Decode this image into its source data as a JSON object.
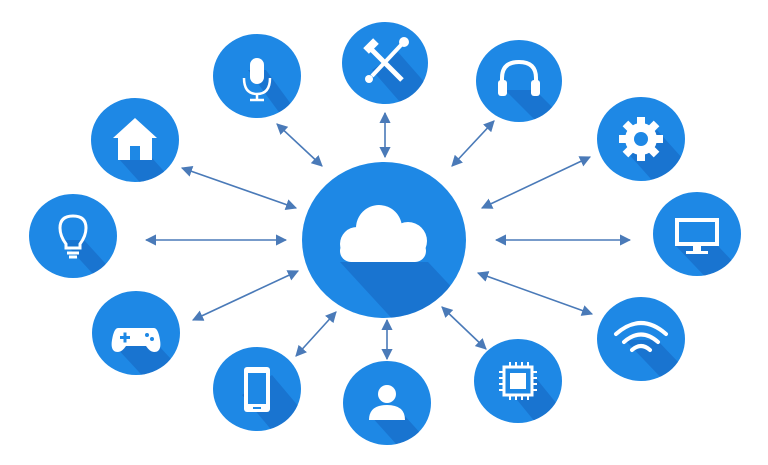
{
  "theme": {
    "node_color": "#1e88e5",
    "shadow_color": "#1565c0",
    "icon_color": "#ffffff",
    "arrow_color": "#4a7ab8",
    "background": "#ffffff"
  },
  "hub": {
    "icon": "cloud-icon"
  },
  "devices": [
    {
      "key": "microphone",
      "icon": "microphone-icon"
    },
    {
      "key": "tools",
      "icon": "tools-icon"
    },
    {
      "key": "headphones",
      "icon": "headphones-icon"
    },
    {
      "key": "home",
      "icon": "home-icon"
    },
    {
      "key": "gear",
      "icon": "gear-icon"
    },
    {
      "key": "lightbulb",
      "icon": "lightbulb-icon"
    },
    {
      "key": "monitor",
      "icon": "monitor-icon"
    },
    {
      "key": "gamepad",
      "icon": "gamepad-icon"
    },
    {
      "key": "wifi",
      "icon": "wifi-icon"
    },
    {
      "key": "smartphone",
      "icon": "smartphone-icon"
    },
    {
      "key": "user",
      "icon": "user-icon"
    },
    {
      "key": "chip",
      "icon": "chip-icon"
    }
  ]
}
